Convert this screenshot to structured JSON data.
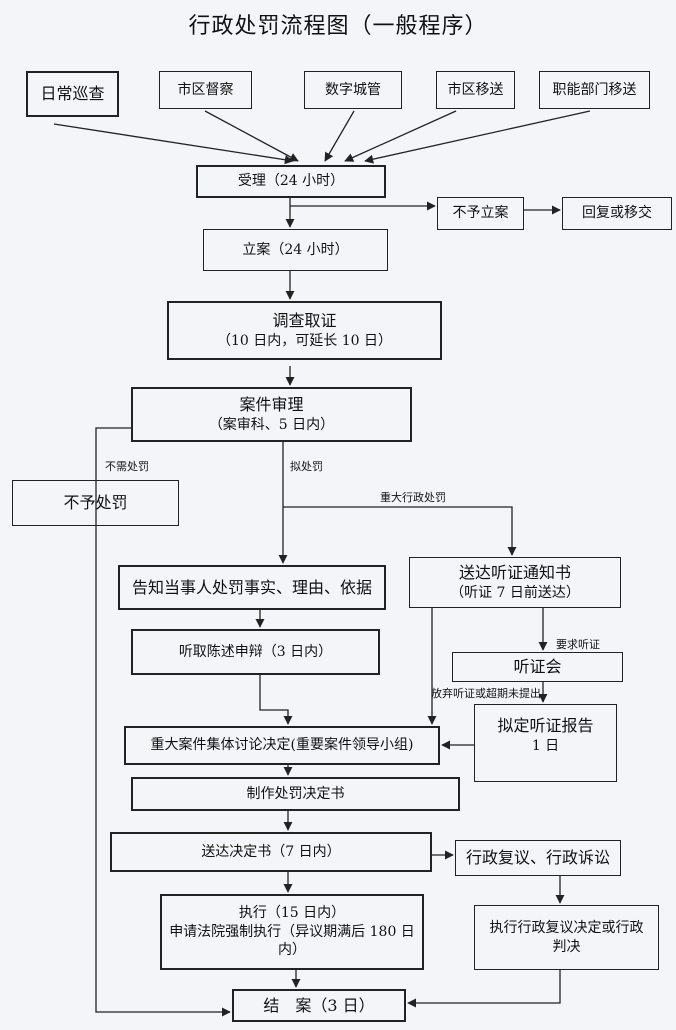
{
  "title": "行政处罚流程图（一般程序）",
  "sources": [
    "日常巡查",
    "市区督察",
    "数字城管",
    "市区移送",
    "职能部门移送"
  ],
  "accept": "受理（24 小时）",
  "no_case": "不予立案",
  "reply": "回复或移交",
  "filing": "立案（24 小时）",
  "investigate": {
    "title": "调查取证",
    "note": "（10 日内，可延长 10 日）"
  },
  "review": {
    "title": "案件审理",
    "note": "（案审科、5 日内）"
  },
  "no_penalty_label": "不需处罚",
  "no_penalty": "不予处罚",
  "proposed_label": "拟处罚",
  "major_label": "重大行政处罚",
  "hearing_notice": {
    "title": "送达听证通知书",
    "note": "（听证 7 日前送达）"
  },
  "inform": "告知当事人处罚事实、理由、依据",
  "statement": "听取陈述申辩（3 日内）",
  "request_label": "要求听证",
  "hearing": "听证会",
  "waive_label": "放弃听证或超期未提出",
  "hearing_report": {
    "title": "拟定听证报告",
    "note": "1 日"
  },
  "collective": "重大案件集体讨论决定(重要案件领导小组)",
  "make_decision": "制作处罚决定书",
  "deliver": "送达决定书（7 日内）",
  "reconsider": "行政复议、行政诉讼",
  "execute": {
    "line1": "执行（15 日内）",
    "line2": "申请法院强制执行（异议期满后 180 日内）"
  },
  "execute_review": "执行行政复议决定或行政判决",
  "close": "结　案（3 日）"
}
